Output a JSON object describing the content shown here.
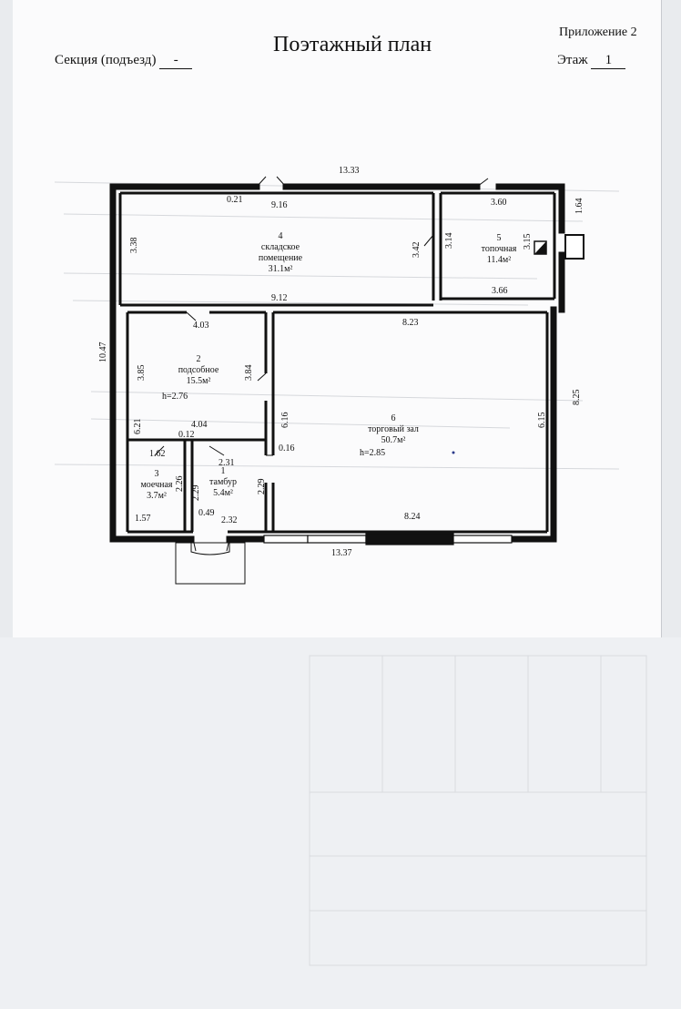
{
  "header": {
    "title": "Поэтажный план",
    "appendix": "Приложение 2",
    "section_label": "Секция (подъезд)",
    "section_value": "-",
    "floor_label": "Этаж",
    "floor_value": "1"
  },
  "rooms": [
    {
      "number": "4",
      "name": "складское",
      "name2": "помещение",
      "area": "31.1м²"
    },
    {
      "number": "5",
      "name": "топочная",
      "area": "11.4м²"
    },
    {
      "number": "2",
      "name": "подсобное",
      "area": "15.5м²",
      "height": "h=2.76"
    },
    {
      "number": "6",
      "name": "торговый зал",
      "area": "50.7м²",
      "height": "h=2.85"
    },
    {
      "number": "3",
      "name": "моечная",
      "area": "3.7м²"
    },
    {
      "number": "1",
      "name": "тамбур",
      "area": "5.4м²"
    }
  ],
  "dimensions": {
    "top_total": "13.33",
    "bottom_total": "13.37",
    "left_total": "10.47",
    "right_total": "8.25",
    "d_021": "0.21",
    "d_916": "9.16",
    "d_360": "3.60",
    "d_164": "1.64",
    "d_338": "3.38",
    "d_342": "3.42",
    "d_314": "3.14",
    "d_315": "3.15",
    "d_366": "3.66",
    "d_912": "9.12",
    "d_403": "4.03",
    "d_823": "8.23",
    "d_385": "3.85",
    "d_384": "3.84",
    "d_621": "6.21",
    "d_616": "6.16",
    "d_615": "6.15",
    "d_404": "4.04",
    "d_012": "0.12",
    "d_016": "0.16",
    "d_162": "1.62",
    "d_231": "2.31",
    "d_226": "2.26",
    "d_229a": "2.29",
    "d_229b": "2.29",
    "d_157": "1.57",
    "d_049": "0.49",
    "d_232": "2.32",
    "d_824": "8.24"
  }
}
